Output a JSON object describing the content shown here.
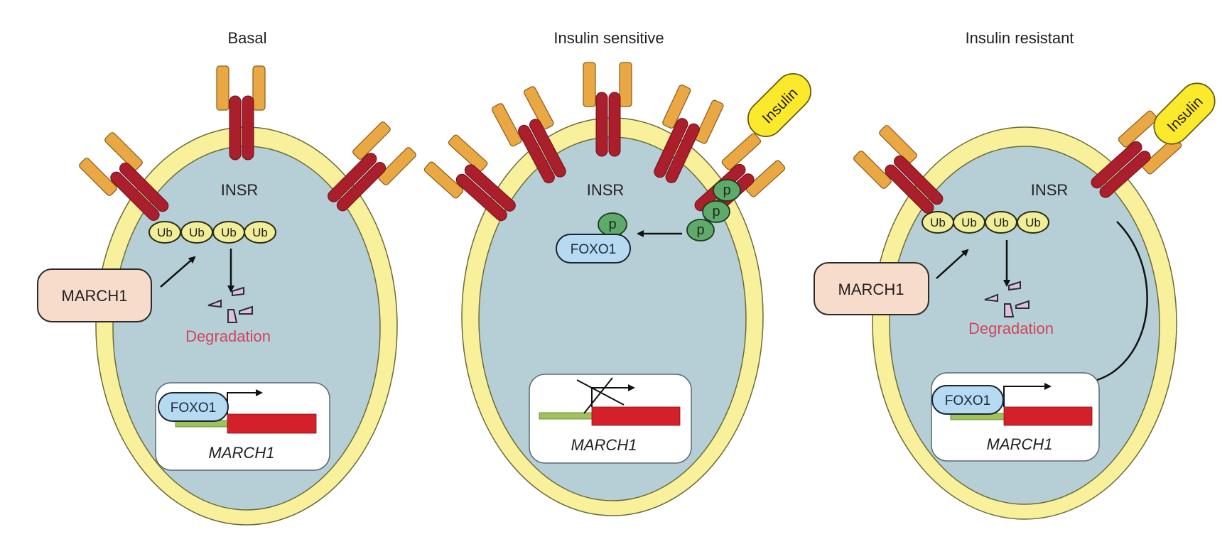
{
  "figure": {
    "colors": {
      "membrane": "#f8f09a",
      "membrane_stroke": "#6b6b3a",
      "cytoplasm": "#b6cfd6",
      "receptor_beta": "#ab1e2c",
      "receptor_alpha": "#e9a843",
      "ub_fill": "#f1ee9a",
      "march1_fill": "#f7dccb",
      "foxo1_fill": "#b5daf1",
      "phospho_fill": "#5faa6b",
      "insulin_fill": "#fbea2b",
      "gene_exon": "#d3202a",
      "gene_promoter": "#9dc35a",
      "degradation_text": "#d0465a",
      "fragment_fill": "#dcc3da"
    },
    "panels": [
      {
        "id": "basal",
        "title": "Basal",
        "receptor_label": "INSR",
        "ub_labels": [
          "Ub",
          "Ub",
          "Ub",
          "Ub"
        ],
        "march1_protein": "MARCH1",
        "degradation_label": "Degradation",
        "foxo1_label": "FOXO1",
        "gene_label": "MARCH1",
        "transcription": "active"
      },
      {
        "id": "insulin-sensitive",
        "title": "Insulin sensitive",
        "receptor_label": "INSR",
        "insulin_label": "Insulin",
        "phospho_labels": [
          "p",
          "p",
          "p"
        ],
        "foxo1_phospho_label": "p",
        "foxo1_label": "FOXO1",
        "gene_label": "MARCH1",
        "transcription": "blocked"
      },
      {
        "id": "insulin-resistant",
        "title": "Insulin resistant",
        "receptor_label": "INSR",
        "insulin_label": "Insulin",
        "ub_labels": [
          "Ub",
          "Ub",
          "Ub",
          "Ub"
        ],
        "march1_protein": "MARCH1",
        "degradation_label": "Degradation",
        "foxo1_label": "FOXO1",
        "gene_label": "MARCH1",
        "transcription": "active, inhibited by insulin signal"
      }
    ]
  }
}
